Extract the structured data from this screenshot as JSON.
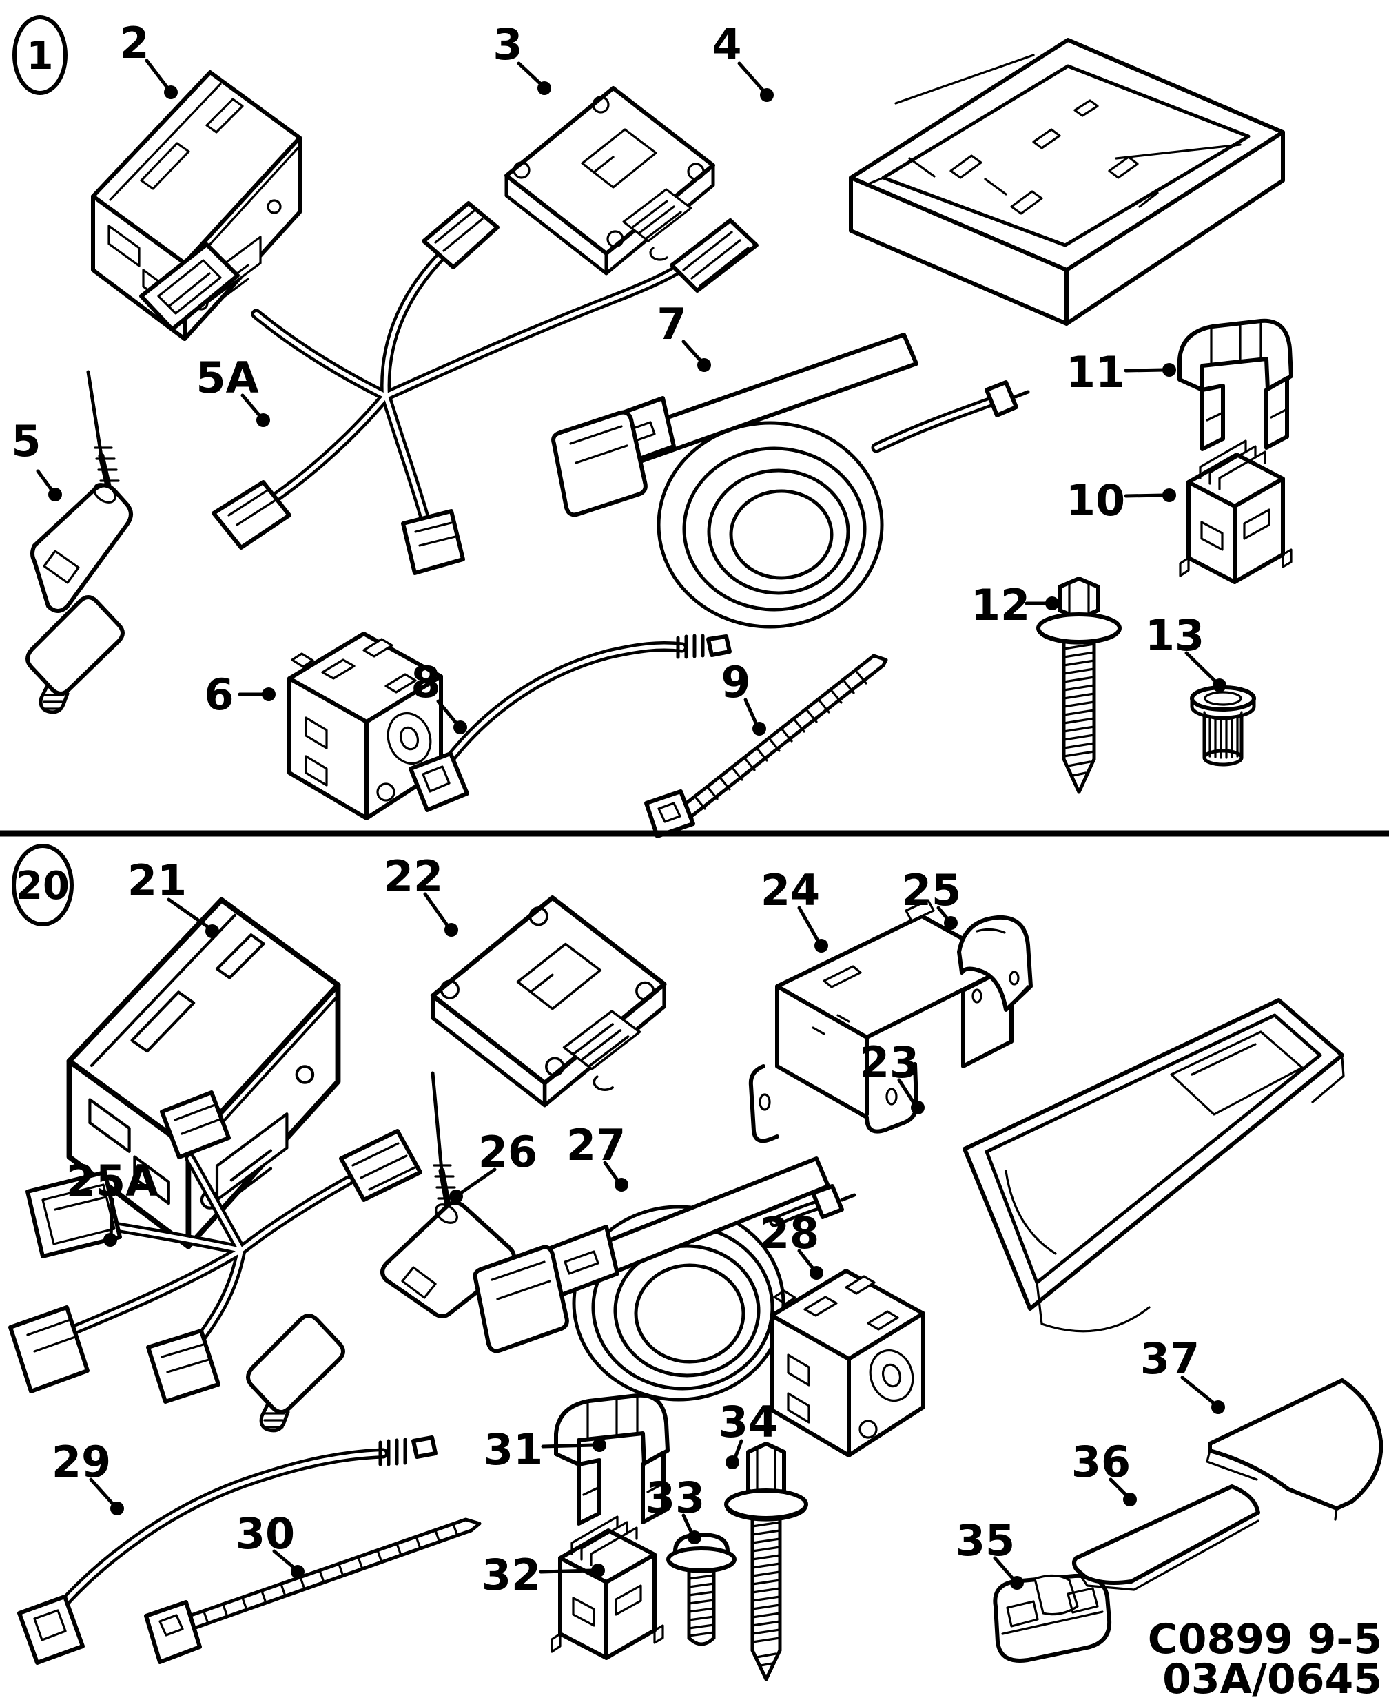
{
  "diagram": {
    "title_hidden": "",
    "colors": {
      "ink": "#000000",
      "paper": "#ffffff"
    },
    "sections": [
      {
        "balloon": "1",
        "items": [
          "2",
          "3",
          "4",
          "5",
          "5A",
          "6",
          "7",
          "8",
          "9",
          "10",
          "11",
          "12",
          "13"
        ]
      },
      {
        "balloon": "20",
        "items": [
          "21",
          "22",
          "23",
          "24",
          "25",
          "25A",
          "26",
          "27",
          "28",
          "29",
          "30",
          "31",
          "32",
          "33",
          "34",
          "35",
          "36",
          "37"
        ]
      }
    ],
    "footer": {
      "line1": "C0899 9-5",
      "line2": "03A/0645"
    }
  },
  "labels": {
    "b1": "1",
    "c2": "2",
    "c3": "3",
    "c4": "4",
    "c5": "5",
    "c5a": "5A",
    "c6": "6",
    "c7": "7",
    "c8": "8",
    "c9": "9",
    "c10": "10",
    "c11": "11",
    "c12": "12",
    "c13": "13",
    "b20": "20",
    "c21": "21",
    "c22": "22",
    "c23": "23",
    "c24": "24",
    "c25": "25",
    "c25a": "25A",
    "c26": "26",
    "c27": "27",
    "c28": "28",
    "c29": "29",
    "c30": "30",
    "c31": "31",
    "c32": "32",
    "c33": "33",
    "c34": "34",
    "c35": "35",
    "c36": "36",
    "c37": "37"
  }
}
